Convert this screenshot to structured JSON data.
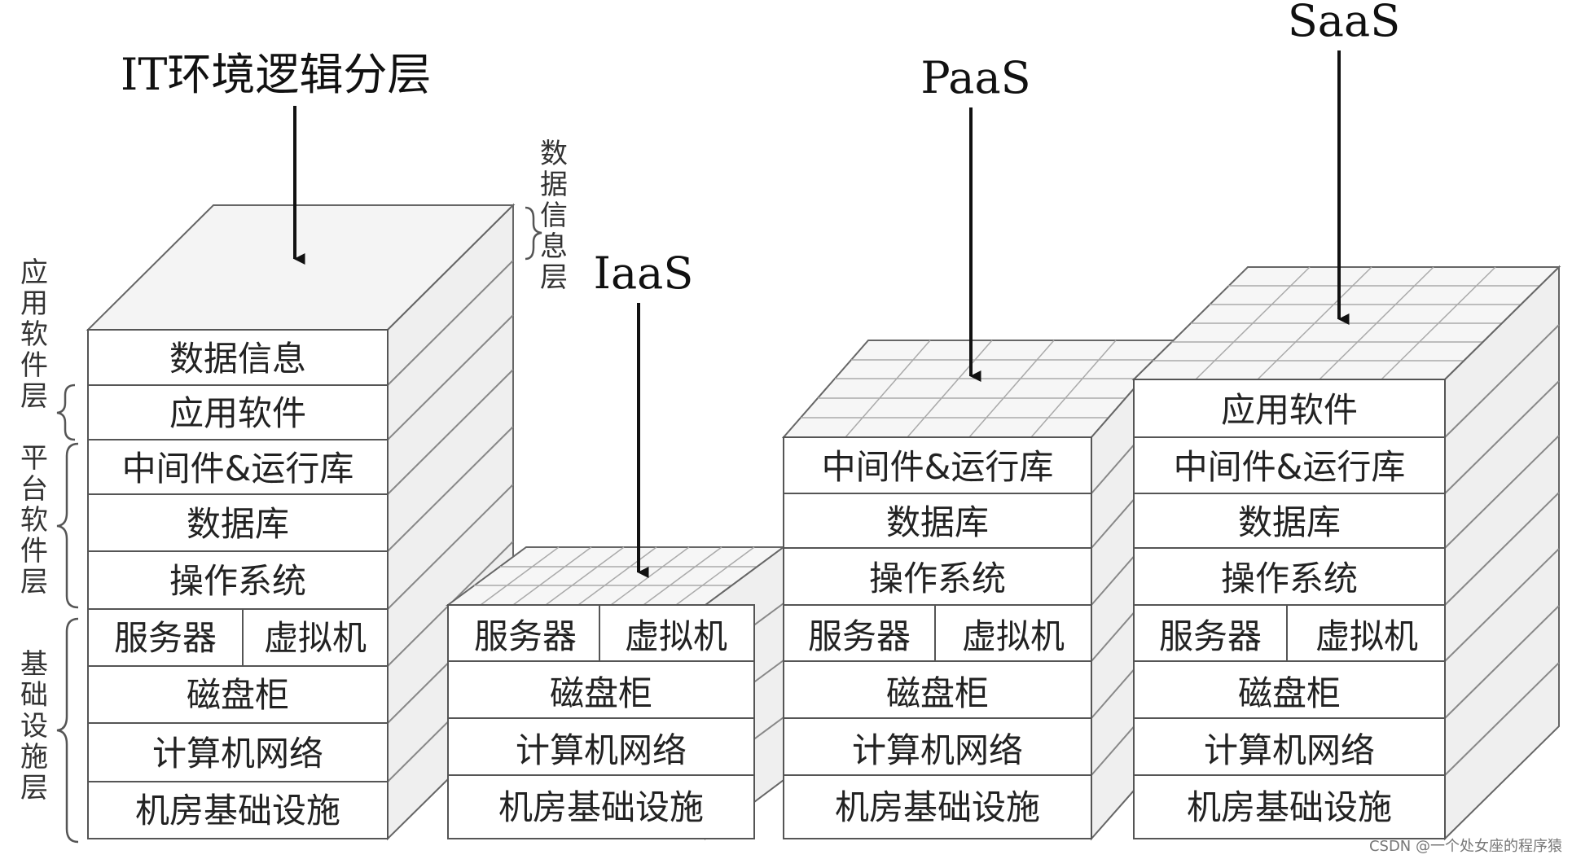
{
  "title": "IT环境逻辑分层",
  "side_labels": {
    "data_info": "数据信息层",
    "app_software": "应用软件层",
    "platform_software": "平台软件层",
    "infrastructure": "基础设施层"
  },
  "layers": {
    "data_info": "数据信息",
    "app_software": "应用软件",
    "middleware": "中间件&运行库",
    "database": "数据库",
    "os": "操作系统",
    "server": "服务器",
    "vm": "虚拟机",
    "disk": "磁盘柜",
    "network": "计算机网络",
    "facility": "机房基础设施"
  },
  "models": {
    "iaas": "IaaS",
    "paas": "PaaS",
    "saas": "SaaS"
  },
  "watermark": "CSDN @一个处女座的程序猿"
}
